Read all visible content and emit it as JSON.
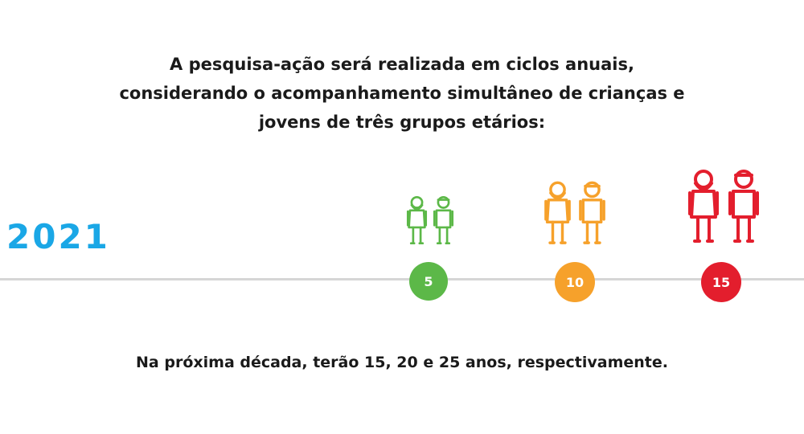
{
  "intro": {
    "lines": [
      "A pesquisa-ação será realizada em ciclos anuais,",
      "considerando o acompanhamento simultâneo de crianças e",
      "jovens de três grupos etários:"
    ]
  },
  "timeline": {
    "year": "2021",
    "year_color": "#1aa7e6"
  },
  "groups": [
    {
      "age": "5",
      "color": "#5cb848",
      "icons": [
        "girl-icon",
        "boy-icon"
      ]
    },
    {
      "age": "10",
      "color": "#f6a12b",
      "icons": [
        "girl-icon",
        "boy-icon"
      ]
    },
    {
      "age": "15",
      "color": "#e31e2d",
      "icons": [
        "girl-icon",
        "boy-icon"
      ]
    }
  ],
  "footer": {
    "note": "Na próxima década, terão 15, 20 e 25 anos, respectivamente."
  }
}
